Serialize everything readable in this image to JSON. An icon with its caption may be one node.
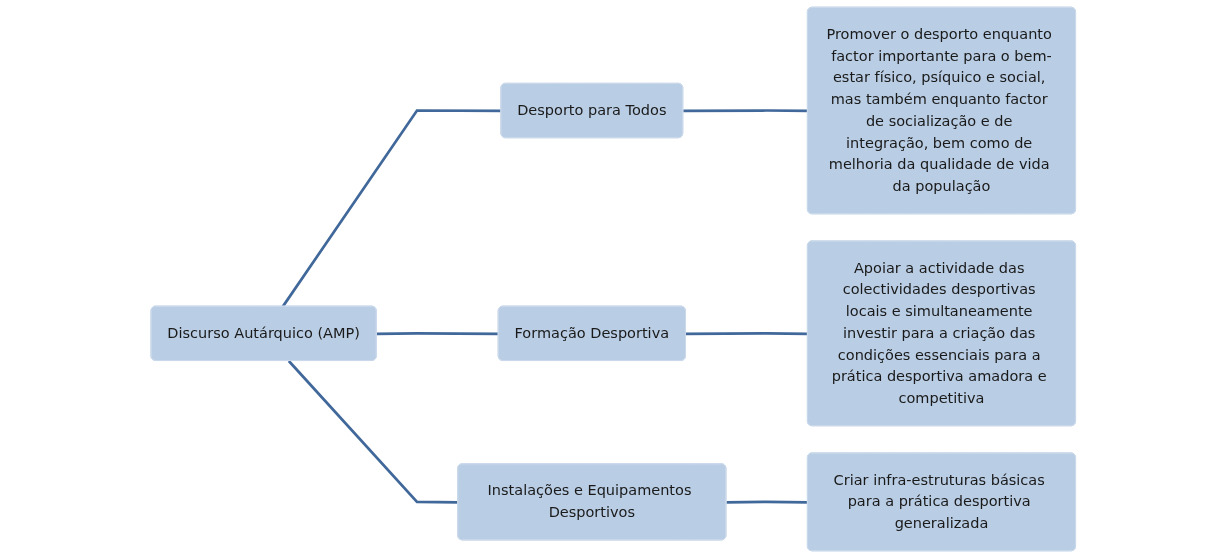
{
  "diagram": {
    "nodes": [
      {
        "text": [
          "Discurso Autárquico (AMP)"
        ]
      },
      {
        "text": [
          "Desporto para Todos"
        ]
      },
      {
        "text": [
          "Formação Desportiva"
        ]
      },
      {
        "text": [
          "Instalações e Equipamentos Desportivos"
        ]
      },
      {
        "text": [
          "Promover o desporto enquanto factor importante para o bem-estar físico, psíquico e social, mas também enquanto factor de socialização e de integração, bem como de melhoria da qualidade de vida da população"
        ]
      },
      {
        "text": [
          "Apoiar a actividade das colectividades desportivas locais e simultaneamente investir para a criação das condições essenciais para a prática desportiva amadora e competitiva"
        ]
      },
      {
        "text": [
          "Criar infra-estruturas básicas para a prática desportiva generalizada"
        ]
      }
    ],
    "edges": [
      {
        "from": 0,
        "to": 1,
        "arrow": "none"
      },
      {
        "from": 0,
        "to": 2,
        "arrow": "none"
      },
      {
        "from": 0,
        "to": 3,
        "arrow": "none"
      },
      {
        "from": 1,
        "to": 4,
        "arrow": "none"
      },
      {
        "from": 2,
        "to": 5,
        "arrow": "none"
      },
      {
        "from": 3,
        "to": 6,
        "arrow": "none"
      }
    ]
  }
}
